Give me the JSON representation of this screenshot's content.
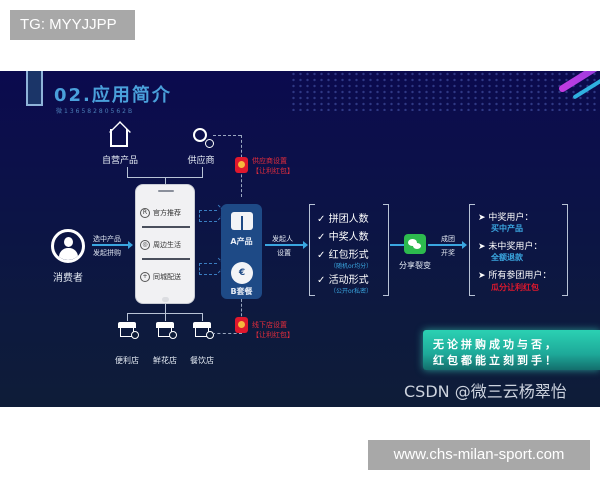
{
  "overlays": {
    "top_tag": "TG: MYYJJPP",
    "bottom_tag": "www.chs-milan-sport.com"
  },
  "header": {
    "title": "02.应用简介",
    "subtitle": "微13658280562B"
  },
  "consumer": {
    "label": "消费者",
    "action_line1": "选中产品",
    "action_line2": "发起拼购"
  },
  "sources": {
    "self_product": "自营产品",
    "supplier": "供应商"
  },
  "phone_menu": [
    {
      "glyph": "R",
      "label": "官方推荐"
    },
    {
      "glyph": "◎",
      "label": "周边生活"
    },
    {
      "glyph": "+",
      "label": "同城配送"
    }
  ],
  "supplier_redpack": {
    "line1": "供应商设置",
    "line2": "【让利红包】"
  },
  "offline_redpack": {
    "line1": "线下店设置",
    "line2": "【让利红包】"
  },
  "stores": [
    "便利店",
    "鲜花店",
    "餐饮店"
  ],
  "products": {
    "a_label": "A产品",
    "b_label": "B套餐"
  },
  "initiator": {
    "line1": "发起人",
    "line2": "设置"
  },
  "settings": [
    {
      "label": "拼团人数",
      "sub": ""
    },
    {
      "label": "中奖人数",
      "sub": ""
    },
    {
      "label": "红包形式",
      "sub": "（随机or均分）"
    },
    {
      "label": "活动形式",
      "sub": "（公开or私密）"
    }
  ],
  "share": {
    "label": "分享裂变",
    "result_line1": "成团",
    "result_line2": "开奖"
  },
  "results": [
    {
      "label": "中奖用户：",
      "sub": "买中产品",
      "sub_color": "#3aa6e0"
    },
    {
      "label": "未中奖用户：",
      "sub": "全额退款",
      "sub_color": "#3aa6e0"
    },
    {
      "label": "所有参团用户：",
      "sub": "瓜分让利红包",
      "sub_color": "#e0182d"
    }
  ],
  "banner": {
    "line1": "无论拼购成功与否，",
    "line2": "红包都能立刻到手！"
  },
  "watermark": "CSDN @微三云杨翠怡",
  "icons": {
    "check": "✓",
    "pointer": "➤"
  },
  "colors": {
    "background": "#0b0a4e",
    "accent_blue": "#3aa6e0",
    "redpack_red": "#e0182d",
    "banner_teal": "#2bd1b3",
    "wechat_green": "#2dbb4e"
  }
}
